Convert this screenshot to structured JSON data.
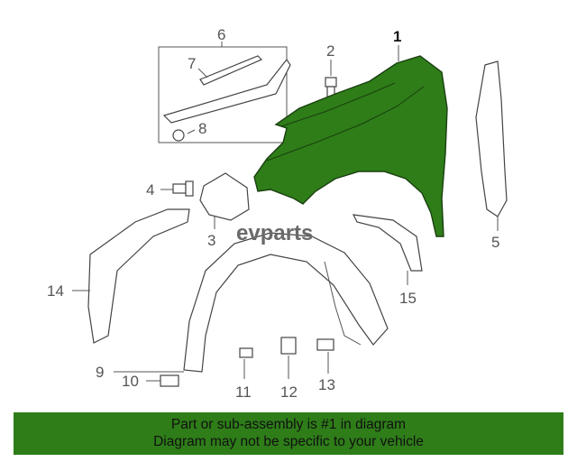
{
  "callouts": {
    "c1": "1",
    "c2": "2",
    "c3": "3",
    "c4": "4",
    "c5": "5",
    "c6": "6",
    "c7": "7",
    "c8": "8",
    "c9": "9",
    "c10": "10",
    "c11": "11",
    "c12": "12",
    "c13": "13",
    "c14": "14",
    "c15": "15"
  },
  "watermark": "evparts",
  "banner": {
    "line1": "Part or sub-assembly is #1 in diagram",
    "line2": "Diagram may not be specific to your vehicle"
  },
  "colors": {
    "highlight": "#2e7d19",
    "banner_background": "#2e7d19"
  }
}
